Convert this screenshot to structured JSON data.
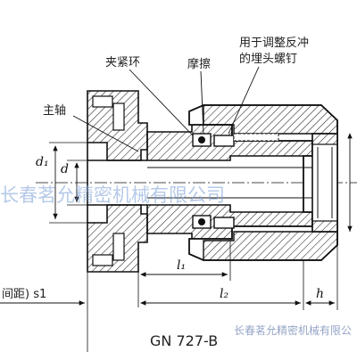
{
  "labels": {
    "clamp_ring": "夹紧环",
    "friction": "摩擦",
    "bolt_line1": "用于调整反冲",
    "bolt_line2": "的埋头螺钉",
    "spindle": "主轴",
    "spacing_label": "间距) s1"
  },
  "dimensions": {
    "d1": "d₁",
    "d": "d",
    "l1": "l₁",
    "l2": "l₂",
    "h": "h"
  },
  "caption": "GN 727-B",
  "watermark": {
    "main": "长春茗允精密机械有限公司",
    "corner": "长春茗允精密机械有限公"
  },
  "colors": {
    "line": "#111111",
    "hatch": "#222222",
    "watermark": "#7a9ed6"
  }
}
